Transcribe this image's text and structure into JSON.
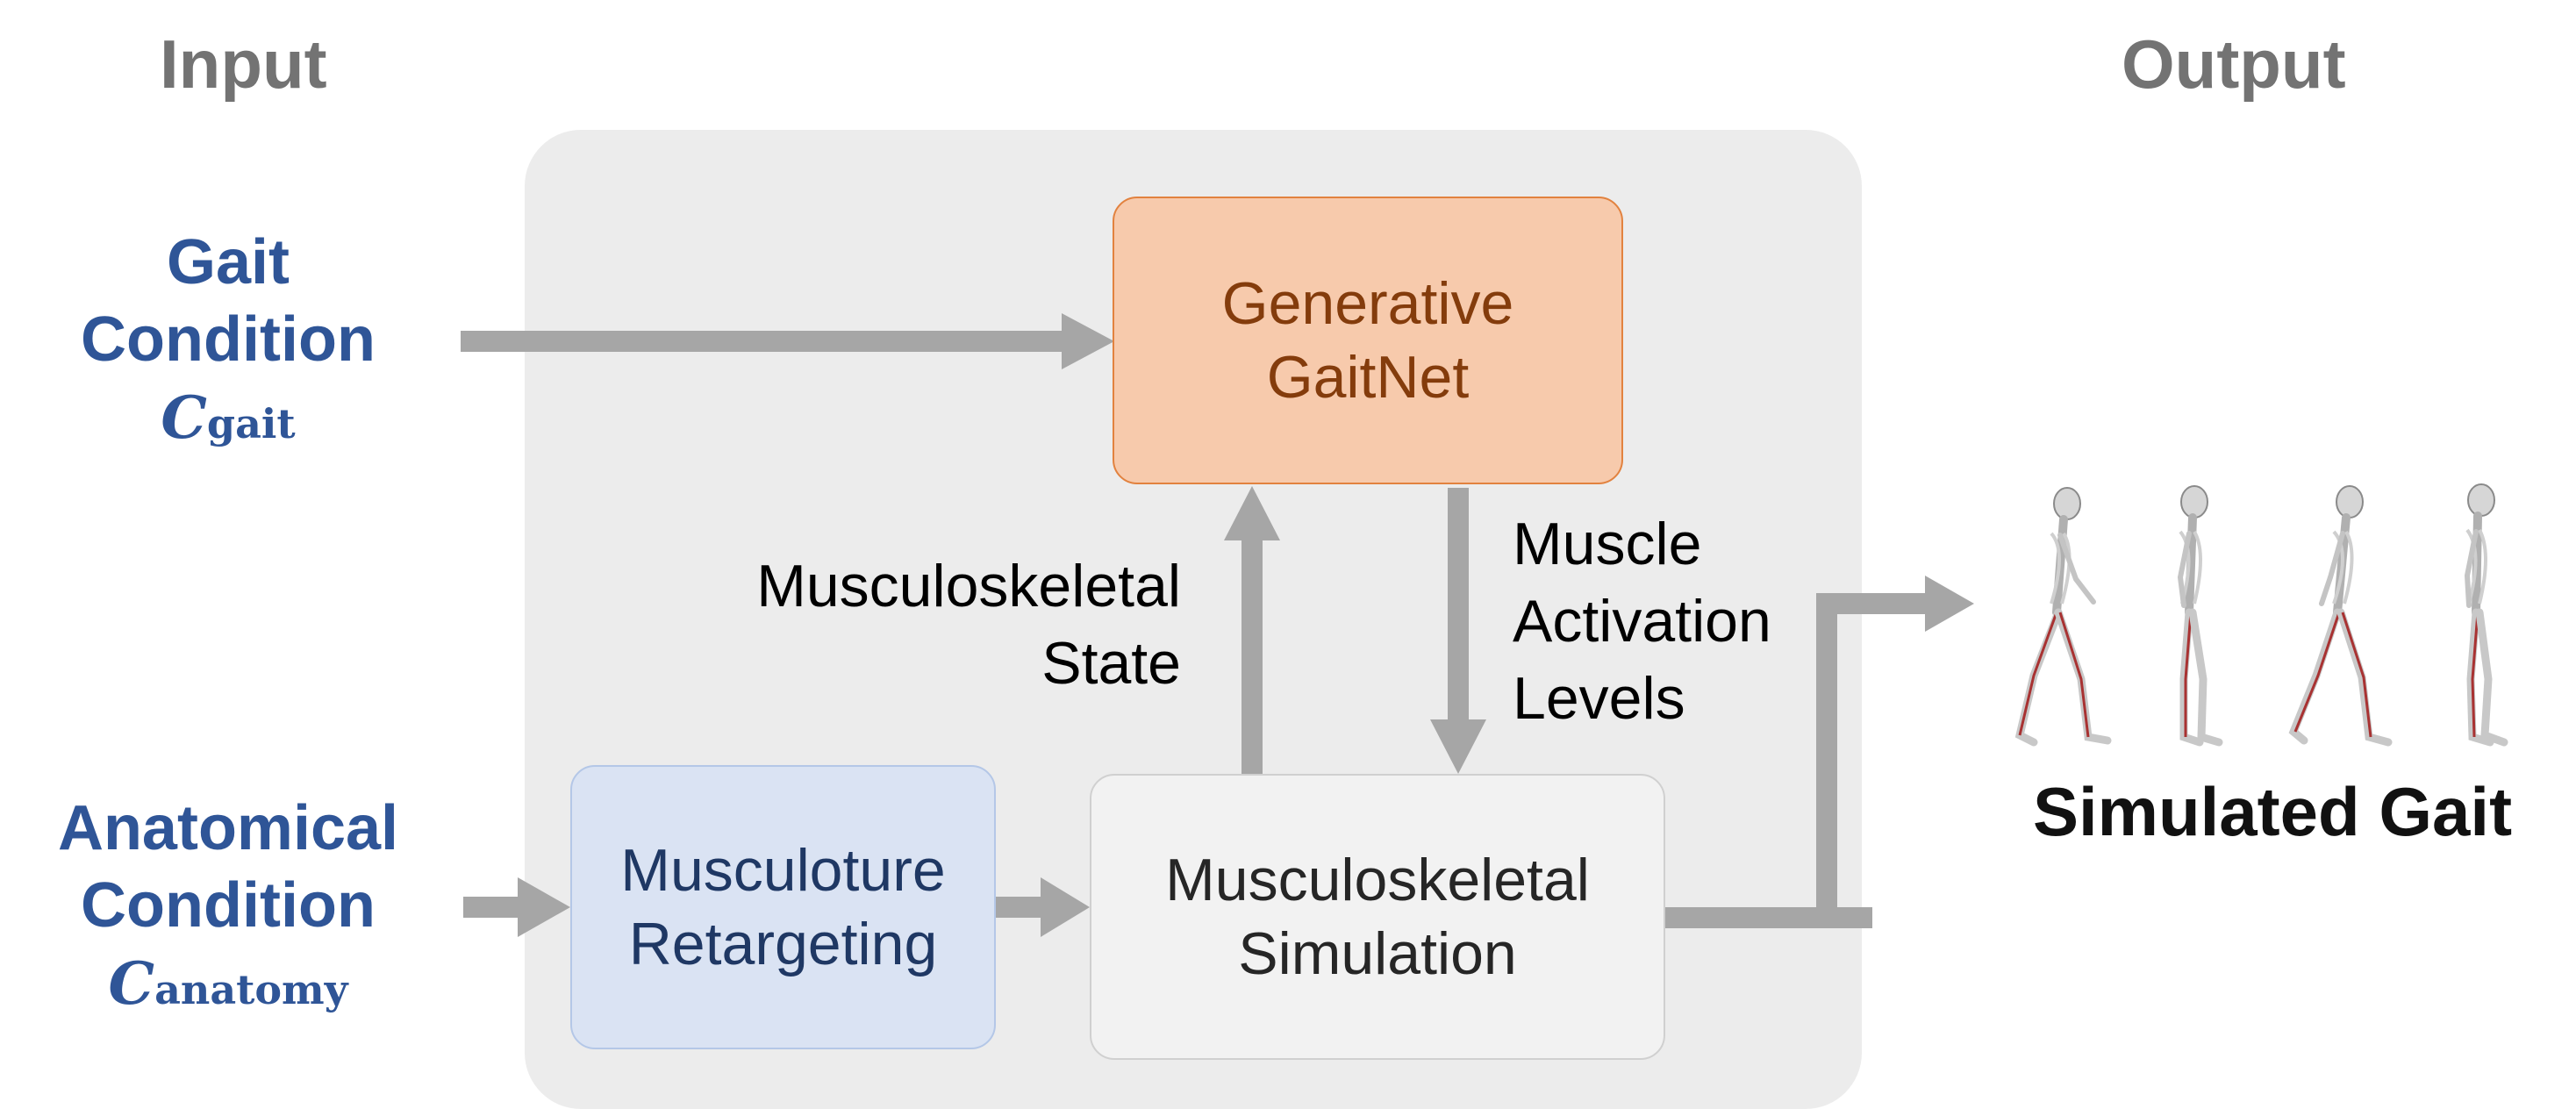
{
  "headers": {
    "input": "Input",
    "output": "Output"
  },
  "conditions": {
    "gait": {
      "line1": "Gait",
      "line2": "Condition",
      "symbol": "C",
      "subscript": "gait"
    },
    "anatomy": {
      "line1": "Anatomical",
      "line2": "Condition",
      "symbol": "C",
      "subscript": "anatomy"
    }
  },
  "boxes": {
    "gaitnet": "Generative\nGaitNet",
    "retargeting": "Musculoture\nRetargeting",
    "simulation": "Musculoskeletal\nSimulation"
  },
  "edge_labels": {
    "state": "Musculoskeletal\nState",
    "activation": "Muscle\nActivation\nLevels"
  },
  "output": {
    "label": "Simulated Gait",
    "figure_count": 4
  },
  "colors": {
    "arrow": "#a6a6a6",
    "condition_text": "#2f5597",
    "header_text": "#737373",
    "gaitnet_fill": "#f7caac",
    "retarget_fill": "#dae3f3",
    "simulation_fill": "#f2f2f2",
    "bone": "#d6d6d6",
    "muscle": "#a83232"
  }
}
